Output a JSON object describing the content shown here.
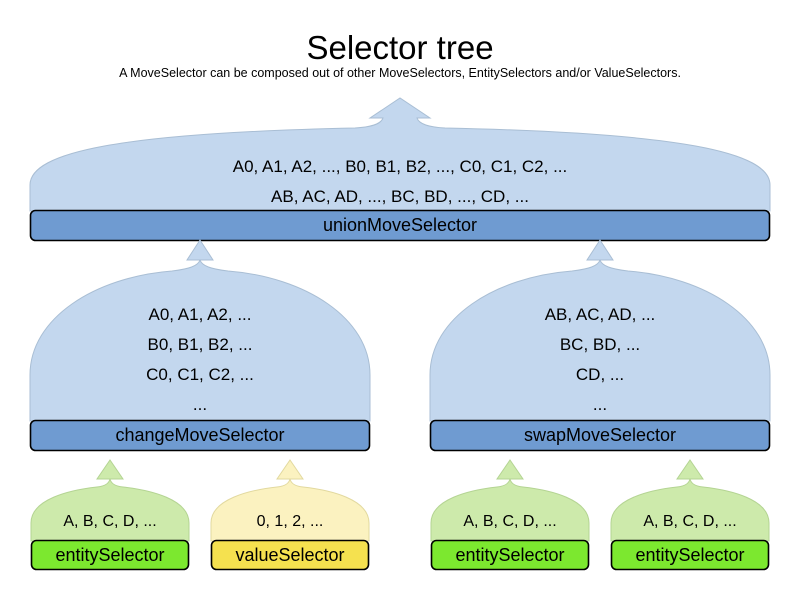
{
  "header": {
    "title": "Selector tree",
    "subtitle": "A MoveSelector can be composed out of other MoveSelectors, EntitySelectors and/or ValueSelectors."
  },
  "colors": {
    "move_body": "#c3d7ee",
    "move_bar": "#6f9bd1",
    "entity_body": "#cdeaab",
    "entity_bar": "#7ce82f",
    "value_body": "#fbf2c0",
    "value_bar": "#f5e14f",
    "outline": "#000000",
    "body_outline": "#a9bed4",
    "background": "#ffffff"
  },
  "nodes": {
    "union": {
      "label": "unionMoveSelector",
      "kind": "moveSelector",
      "lines": [
        "A0, A1, A2, ..., B0, B1, B2, ..., C0, C1, C2, ...",
        "AB, AC, AD, ..., BC, BD, ..., CD, ..."
      ]
    },
    "change": {
      "label": "changeMoveSelector",
      "kind": "moveSelector",
      "lines": [
        "A0, A1, A2, ...",
        "B0, B1, B2, ...",
        "C0, C1, C2, ...",
        "..."
      ]
    },
    "swap": {
      "label": "swapMoveSelector",
      "kind": "moveSelector",
      "lines": [
        "AB, AC, AD, ...",
        "BC, BD, ...",
        "CD, ...",
        "..."
      ]
    },
    "change_entity": {
      "label": "entitySelector",
      "kind": "entitySelector",
      "lines": [
        "A, B, C, D, ..."
      ]
    },
    "change_value": {
      "label": "valueSelector",
      "kind": "valueSelector",
      "lines": [
        "0, 1, 2, ..."
      ]
    },
    "swap_entity_left": {
      "label": "entitySelector",
      "kind": "entitySelector",
      "lines": [
        "A, B, C, D, ..."
      ]
    },
    "swap_entity_right": {
      "label": "entitySelector",
      "kind": "entitySelector",
      "lines": [
        "A, B, C, D, ..."
      ]
    }
  }
}
